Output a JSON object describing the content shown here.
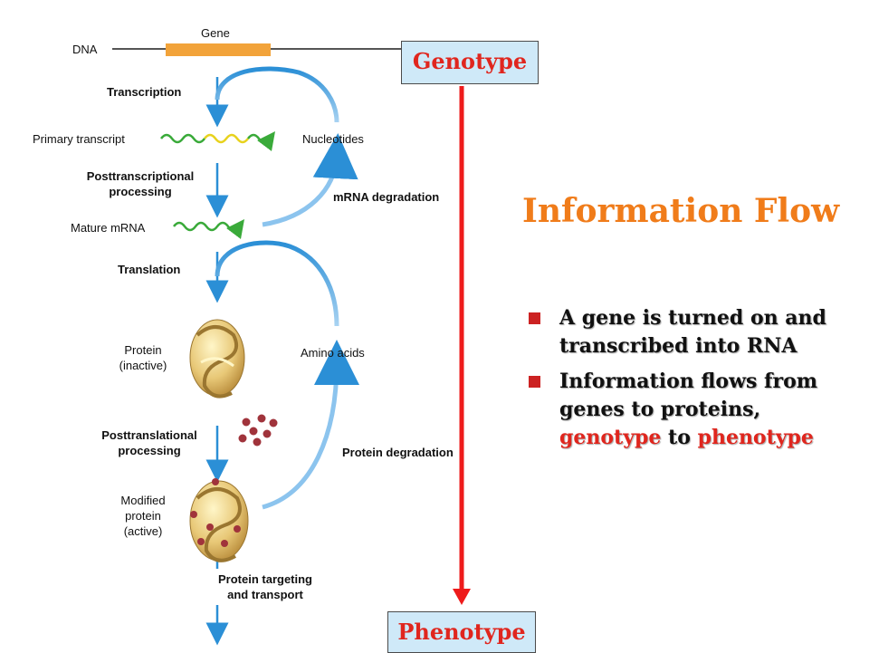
{
  "diagram": {
    "dna": "DNA",
    "gene": "Gene",
    "transcription": "Transcription",
    "primary_transcript": "Primary transcript",
    "nucleotides": "Nucleotides",
    "posttranscriptional_1": "Posttranscriptional",
    "posttranscriptional_2": "processing",
    "mrna_degradation": "mRNA degradation",
    "mature_mrna": "Mature mRNA",
    "translation": "Translation",
    "protein_inactive_1": "Protein",
    "protein_inactive_2": "(inactive)",
    "amino_acids": "Amino acids",
    "posttranslational_1": "Posttranslational",
    "posttranslational_2": "processing",
    "protein_degradation": "Protein degradation",
    "modified_1": "Modified",
    "modified_2": "protein",
    "modified_3": "(active)",
    "targeting_1": "Protein targeting",
    "targeting_2": "and transport"
  },
  "genotype_label": "Genotype",
  "phenotype_label": "Phenotype",
  "title": "Information Flow",
  "bullets": {
    "b1_line1": "A gene is turned on and",
    "b1_line2": "transcribed into RNA",
    "b2_line1": "Information flows from",
    "b2_line2": "genes to proteins,",
    "b2_w1": "genotype",
    "b2_w2": "to",
    "b2_w3": "phenotype"
  },
  "colors": {
    "gene_bar": "#f2a33a",
    "flow_arrow": "#2b8fd6",
    "info_arrow": "#ee1b1b",
    "title": "#f07c1a",
    "box_fill": "#cfe9f8",
    "accent_red": "#e0261e"
  }
}
